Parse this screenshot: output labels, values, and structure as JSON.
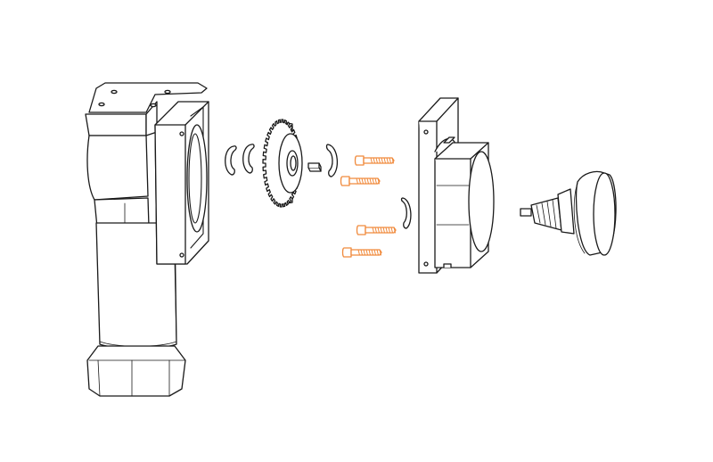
{
  "diagram": {
    "type": "exploded-assembly",
    "colors": {
      "line": "#1a1a1a",
      "background": "#ffffff",
      "highlight": "#f08a3c"
    },
    "parts": [
      {
        "id": "housing",
        "icon": "gearbox-housing-icon"
      },
      {
        "id": "circlip-1",
        "icon": "retaining-ring-icon"
      },
      {
        "id": "circlip-2",
        "icon": "retaining-ring-icon"
      },
      {
        "id": "spur-gear",
        "icon": "gear-icon"
      },
      {
        "id": "key",
        "icon": "key-icon"
      },
      {
        "id": "circlip-3",
        "icon": "retaining-ring-icon"
      },
      {
        "id": "screws",
        "icon": "socket-head-screw-icon",
        "count": 4,
        "highlighted": true
      },
      {
        "id": "circlip-4",
        "icon": "retaining-ring-icon"
      },
      {
        "id": "motor-flange",
        "icon": "motor-flange-icon"
      },
      {
        "id": "knob-shaft",
        "icon": "knob-icon"
      }
    ]
  }
}
